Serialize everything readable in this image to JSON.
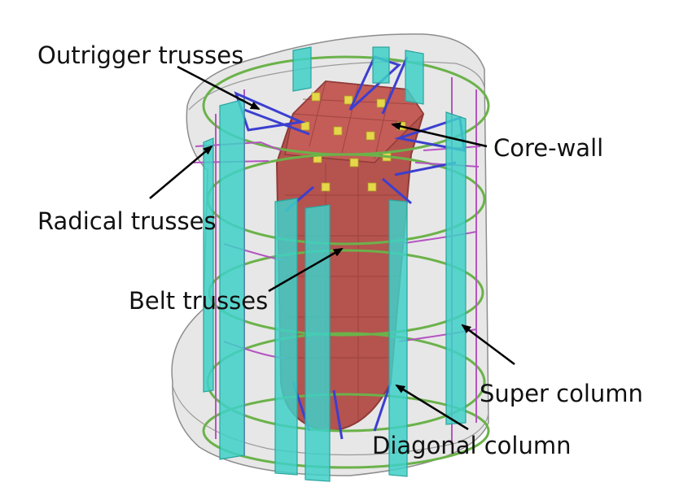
{
  "labels": {
    "outrigger": "Outrigger trusses",
    "core_wall": "Core-wall",
    "radical": "Radical trusses",
    "belt": "Belt trusses",
    "super_column": "Super column",
    "diagonal_column": "Diagonal column"
  },
  "colors": {
    "envelope": "#c9c9c9",
    "core_wall": "#b5534f",
    "core_wall_dark": "#8f3b38",
    "super_column": "#3fd0c8",
    "outrigger": "#3b3fcf",
    "belt": "#6bb24a",
    "radial": "#b555c2",
    "node": "#e6d64a",
    "arrow": "#000000"
  }
}
